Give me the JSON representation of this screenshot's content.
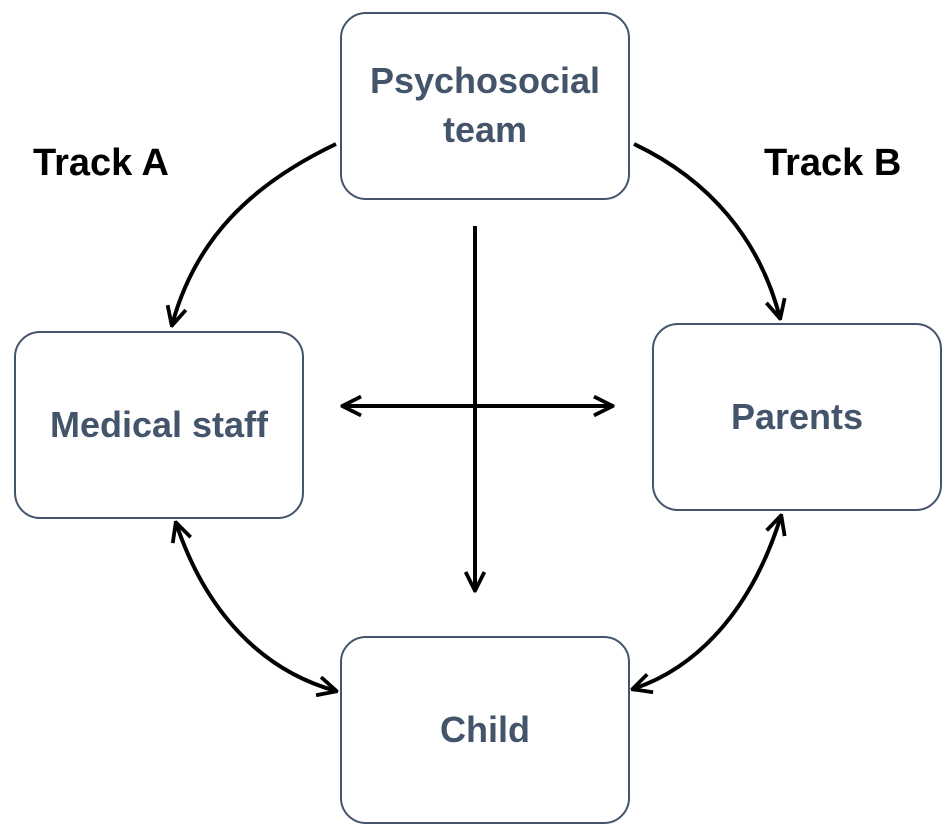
{
  "nodes": {
    "psychosocial": "Psychosocial team",
    "medical": "Medical staff",
    "parents": "Parents",
    "child": "Child"
  },
  "tracks": {
    "a": "Track A",
    "b": "Track B"
  },
  "colors": {
    "node_border": "#44546a",
    "node_text": "#44546a",
    "arrow": "#000000",
    "label": "#000000"
  }
}
